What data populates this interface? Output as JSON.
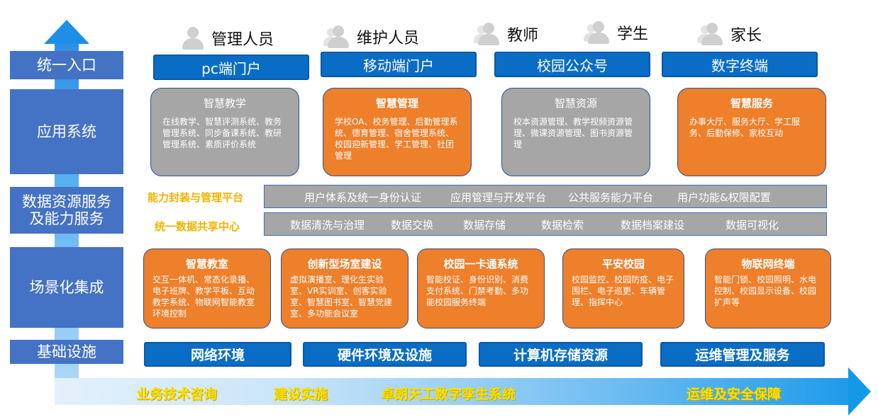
{
  "layers": {
    "entry": "统一入口",
    "apps": "应用系统",
    "data_line1": "数据资源服务",
    "data_line2": "及能力服务",
    "scene": "场景化集成",
    "infra": "基础设施"
  },
  "users": [
    "管理人员",
    "维护人员",
    "教师",
    "学生",
    "家长"
  ],
  "portals": [
    "pc端门户",
    "移动端门户",
    "校园公众号",
    "数字终端"
  ],
  "apps": [
    {
      "title": "智慧教学",
      "desc": "在线教学、智慧评测系统、教务管理系统、同步备课系统、教研管理系统、素质评价系统"
    },
    {
      "title": "智慧管理",
      "desc": "学校OA、校务管理、后勤管理系统、德育管理、宿舍管理系统、校园迎新管理、学工管理、社团管理"
    },
    {
      "title": "智慧资源",
      "desc": "校本资源管理、教学视频资源管理、微课资源管理、图书资源管理"
    },
    {
      "title": "智慧服务",
      "desc": "办事大厅、服务大厅、学工服务、后勤保修、家校互动"
    }
  ],
  "capability": {
    "label": "能力封装与管理平台",
    "items": [
      "用户体系及统一身份认证",
      "应用管理与开发平台",
      "公共服务能力平台",
      "用户功能&权限配置"
    ]
  },
  "data_center": {
    "label": "统一数据共享中心",
    "items": [
      "数据清洗与治理",
      "数据交换",
      "数据存储",
      "数据检索",
      "数据档案建设",
      "数据可视化"
    ]
  },
  "scenes": [
    {
      "title": "智慧教室",
      "desc": "交互一体机、常态化录播、电子班牌、教学平板、互动教学系统、物联网智能教室环境控制"
    },
    {
      "title": "创新型场室建设",
      "desc": "虚拟演播室、理化生实验室、VR实训室、创客实验室、智慧图书室、智慧党建室、多功能会议室"
    },
    {
      "title": "校园一卡通系统",
      "desc": "智能校证、身份识别、消费支付系统、门禁考勤、多功能校园服务终端"
    },
    {
      "title": "平安校园",
      "desc": "校园监控、校园防疫、电子围栏、电子巡更、车辆管理、指挥中心"
    },
    {
      "title": "物联网终端",
      "desc": "智能门锁、校园照明、水电控制、校园显示设备、校园扩声等"
    }
  ],
  "infra": [
    "网络环境",
    "硬件环境及设施",
    "计算机存储资源",
    "运维管理及服务"
  ],
  "bottom": [
    "业务技术咨询",
    "建设实施",
    "卓朗天工数字孪生系统",
    "运维及安全保障"
  ],
  "colors": {
    "layer_bg": "#4472c4",
    "portal_bg": "#0a6dc5",
    "app_gray": "#a6a6a6",
    "app_orange": "#ee7f2b",
    "caption_yellow": "#f2b300",
    "bottom_yellow": "#f8e000",
    "arrow_blue": "#1e8fe8"
  },
  "icons": {
    "user": "user-group-icon"
  }
}
